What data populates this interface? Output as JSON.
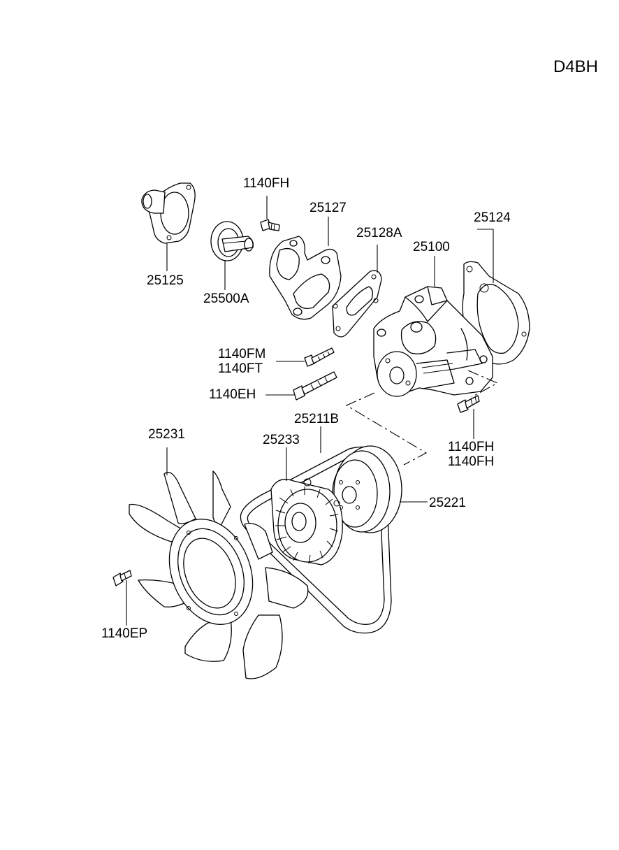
{
  "engine_code": "D4BH",
  "parts": {
    "p1140fh_top": "1140FH",
    "p25127": "25127",
    "p25128a": "25128A",
    "p25124": "25124",
    "p25100": "25100",
    "p25125": "25125",
    "p25500a": "25500A",
    "p1140fm": "1140FM",
    "p1140ft": "1140FT",
    "p1140eh": "1140EH",
    "p25211b": "25211B",
    "p25231": "25231",
    "p25233": "25233",
    "p1140fh_a": "1140FH",
    "p1140fh_b": "1140FH",
    "p25221": "25221",
    "p1140ep": "1140EP"
  }
}
